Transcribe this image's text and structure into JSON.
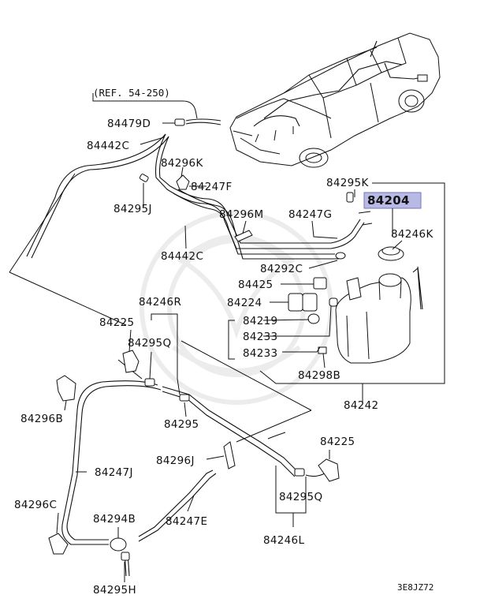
{
  "reference": "(REF. 54-250)",
  "diagram_code": "3E8JZ72",
  "highlighted_part": "84204",
  "labels": {
    "p84479D": "84479D",
    "p84442C_top": "84442C",
    "p84296K": "84296K",
    "p84247F": "84247F",
    "p84295J": "84295J",
    "p84296M": "84296M",
    "p84247G": "84247G",
    "p84295K": "84295K",
    "p84204": "84204",
    "p84442C_mid": "84442C",
    "p84246K": "84246K",
    "p84292C": "84292C",
    "p84425": "84425",
    "p84224": "84224",
    "p84246R": "84246R",
    "p84219": "84219",
    "p84225_left": "84225",
    "p84233_a": "84233",
    "p84295Q_top": "84295Q",
    "p84233_b": "84233",
    "p84298B": "84298B",
    "p84296B": "84296B",
    "p84242": "84242",
    "p84295": "84295",
    "p84225_right": "84225",
    "p84296J": "84296J",
    "p84247J": "84247J",
    "p84295Q_bot": "84295Q",
    "p84296C": "84296C",
    "p84294B": "84294B",
    "p84247E": "84247E",
    "p84246L": "84246L",
    "p84295H": "84295H"
  }
}
